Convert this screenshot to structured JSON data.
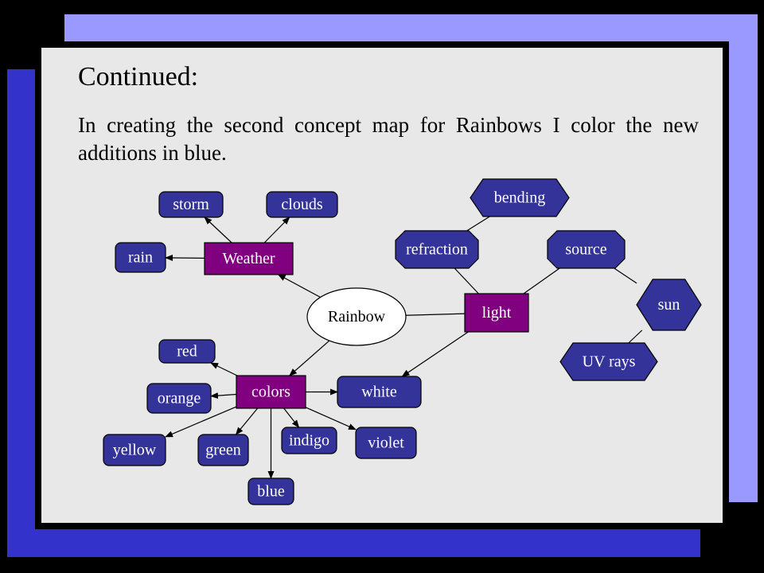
{
  "slide": {
    "title": "Continued:",
    "body": "In creating the second concept map for Rainbows I color the new additions in blue."
  },
  "colors": {
    "background": "#000000",
    "accent_purple": "#9999ff",
    "accent_blue": "#3333cc",
    "slide_fill": "#e8e8e8",
    "original_node": "#800080",
    "new_node": "#333399",
    "center_node": "#ffffff"
  },
  "concept_map": {
    "nodes": [
      {
        "id": "rainbow",
        "label": "Rainbow",
        "style": "center"
      },
      {
        "id": "weather",
        "label": "Weather",
        "style": "original"
      },
      {
        "id": "light",
        "label": "light",
        "style": "original"
      },
      {
        "id": "colors",
        "label": "colors",
        "style": "original"
      },
      {
        "id": "storm",
        "label": "storm",
        "style": "new"
      },
      {
        "id": "clouds",
        "label": "clouds",
        "style": "new"
      },
      {
        "id": "rain",
        "label": "rain",
        "style": "new"
      },
      {
        "id": "bending",
        "label": "bending",
        "style": "new"
      },
      {
        "id": "refraction",
        "label": "refraction",
        "style": "new"
      },
      {
        "id": "source",
        "label": "source",
        "style": "new"
      },
      {
        "id": "sun",
        "label": "sun",
        "style": "new"
      },
      {
        "id": "uvrays",
        "label": "UV rays",
        "style": "new"
      },
      {
        "id": "white",
        "label": "white",
        "style": "new"
      },
      {
        "id": "red",
        "label": "red",
        "style": "new"
      },
      {
        "id": "orange",
        "label": "orange",
        "style": "new"
      },
      {
        "id": "yellow",
        "label": "yellow",
        "style": "new"
      },
      {
        "id": "green",
        "label": "green",
        "style": "new"
      },
      {
        "id": "blue",
        "label": "blue",
        "style": "new"
      },
      {
        "id": "indigo",
        "label": "indigo",
        "style": "new"
      },
      {
        "id": "violet",
        "label": "violet",
        "style": "new"
      }
    ],
    "edges": [
      {
        "from": "rainbow",
        "to": "weather",
        "arrow": true
      },
      {
        "from": "rainbow",
        "to": "light",
        "arrow": false
      },
      {
        "from": "rainbow",
        "to": "colors",
        "arrow": true
      },
      {
        "from": "weather",
        "to": "storm",
        "arrow": true
      },
      {
        "from": "weather",
        "to": "clouds",
        "arrow": true
      },
      {
        "from": "weather",
        "to": "rain",
        "arrow": true
      },
      {
        "from": "light",
        "to": "refraction",
        "arrow": false
      },
      {
        "from": "light",
        "to": "source",
        "arrow": false
      },
      {
        "from": "light",
        "to": "white",
        "arrow": true
      },
      {
        "from": "refraction",
        "to": "bending",
        "arrow": false
      },
      {
        "from": "source",
        "to": "sun",
        "arrow": false
      },
      {
        "from": "sun",
        "to": "uvrays",
        "arrow": false
      },
      {
        "from": "colors",
        "to": "white",
        "arrow": true
      },
      {
        "from": "colors",
        "to": "red",
        "arrow": true
      },
      {
        "from": "colors",
        "to": "orange",
        "arrow": true
      },
      {
        "from": "colors",
        "to": "yellow",
        "arrow": true
      },
      {
        "from": "colors",
        "to": "green",
        "arrow": true
      },
      {
        "from": "colors",
        "to": "blue",
        "arrow": true
      },
      {
        "from": "colors",
        "to": "indigo",
        "arrow": true
      },
      {
        "from": "colors",
        "to": "violet",
        "arrow": true
      }
    ]
  }
}
